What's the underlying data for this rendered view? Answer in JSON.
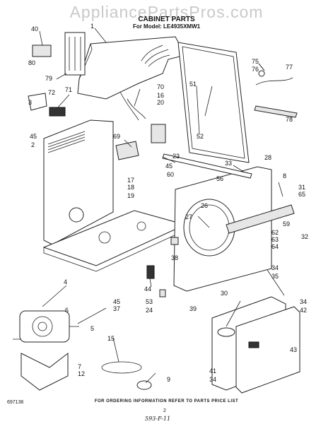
{
  "header": {
    "watermark": "AppliancePartsPros.com",
    "title": "CABINET PARTS",
    "subtitle": "For Model: LE4935XMW1"
  },
  "callouts": [
    "40",
    "1",
    "80",
    "79",
    "3",
    "72",
    "71",
    "45",
    "2",
    "70",
    "16",
    "20",
    "51",
    "75",
    "76",
    "77",
    "78",
    "52",
    "69",
    "23",
    "33",
    "28",
    "8",
    "31",
    "65",
    "59",
    "32",
    "17",
    "18",
    "19",
    "45",
    "60",
    "56",
    "26",
    "27",
    "62",
    "63",
    "64",
    "38",
    "44",
    "53",
    "24",
    "39",
    "30",
    "34",
    "35",
    "34",
    "42",
    "4",
    "45",
    "37",
    "6",
    "5",
    "15",
    "7",
    "12",
    "43",
    "41",
    "34",
    "9"
  ],
  "footer": {
    "note": "FOR ORDERING INFORMATION REFER TO PARTS PRICE LIST",
    "code": "697136",
    "page": "2",
    "handwritten": "593-F-11"
  }
}
